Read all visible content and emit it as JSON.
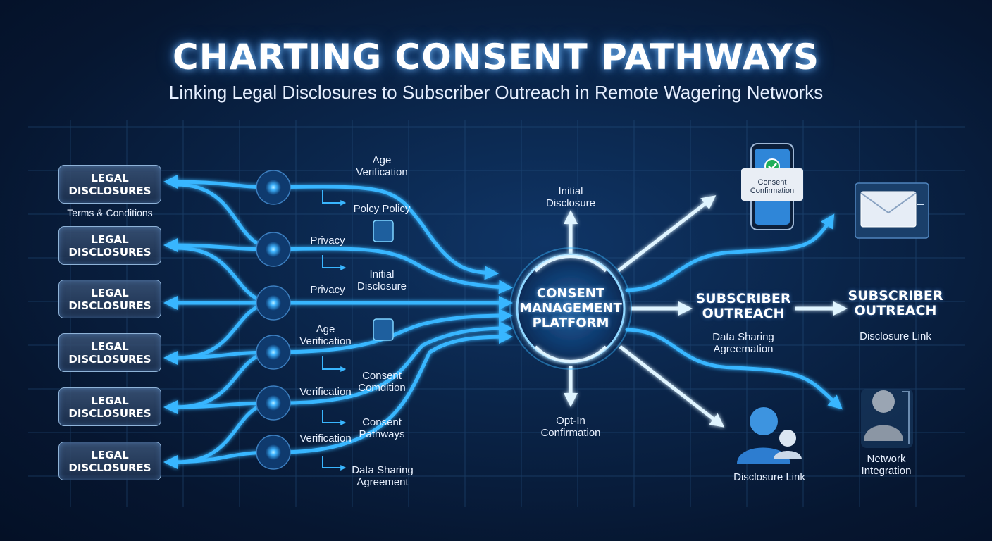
{
  "header": {
    "title": "CHARTING CONSENT PATHWAYS",
    "subtitle": "Linking Legal Disclosures to Subscriber Outreach in Remote Wagering Networks"
  },
  "legal_boxes": [
    {
      "label": "LEGAL\nDISCLOSURES"
    },
    {
      "label": "LEGAL\nDISCLOSURES"
    },
    {
      "label": "LEGAL\nDISCLOSURES"
    },
    {
      "label": "LEGAL\nDISCLOSURES"
    },
    {
      "label": "LEGAL\nDISCLOSURES"
    },
    {
      "label": "LEGAL\nDISCLOSURES"
    }
  ],
  "left_labels": {
    "terms": "Terms & Conditions",
    "age_verification_top": "Age\nVerification",
    "policy": "Polcy Policy",
    "privacy_1": "Privacy",
    "initial_disclosure": "Initial\nDisclosure",
    "privacy_2": "Privacy",
    "age_verification_mid": "Age\nVerification",
    "consent_condition": "Consent\nComdition",
    "verification_1": "Verification",
    "consent_pathways": "Consent\nPathways",
    "verification_2": "Verification",
    "data_sharing_agreement": "Data Sharing\nAgreement"
  },
  "hub": {
    "label": "CONSENT\nMANAGEMENT\nPLATFORM",
    "top_label": "Initial\nDisclosure",
    "bottom_label": "Opt-In\nConfirmation"
  },
  "right_labels": {
    "outreach_1": "SUBSCRIBER\nOUTREACH",
    "outreach_1_sub": "Data Sharing\nAgreemation",
    "outreach_2": "SUBSCRIBER\nOUTREACH",
    "outreach_2_sub": "Disclosure Link",
    "consent_card": "Consent\nConfirmation",
    "disclosure_link": "Disclosure Link",
    "network_integration": "Network\nIntegration"
  },
  "icons": {
    "phone": "phone-icon",
    "check": "check-icon",
    "envelope": "envelope-icon",
    "users": "users-icon",
    "user": "user-icon",
    "node": "node-icon",
    "square": "square-node-icon"
  },
  "colors": {
    "background": "#0a2448",
    "flow": "#39b6ff",
    "glow": "#7fd3ff",
    "box_border": "#8fb3d8"
  }
}
